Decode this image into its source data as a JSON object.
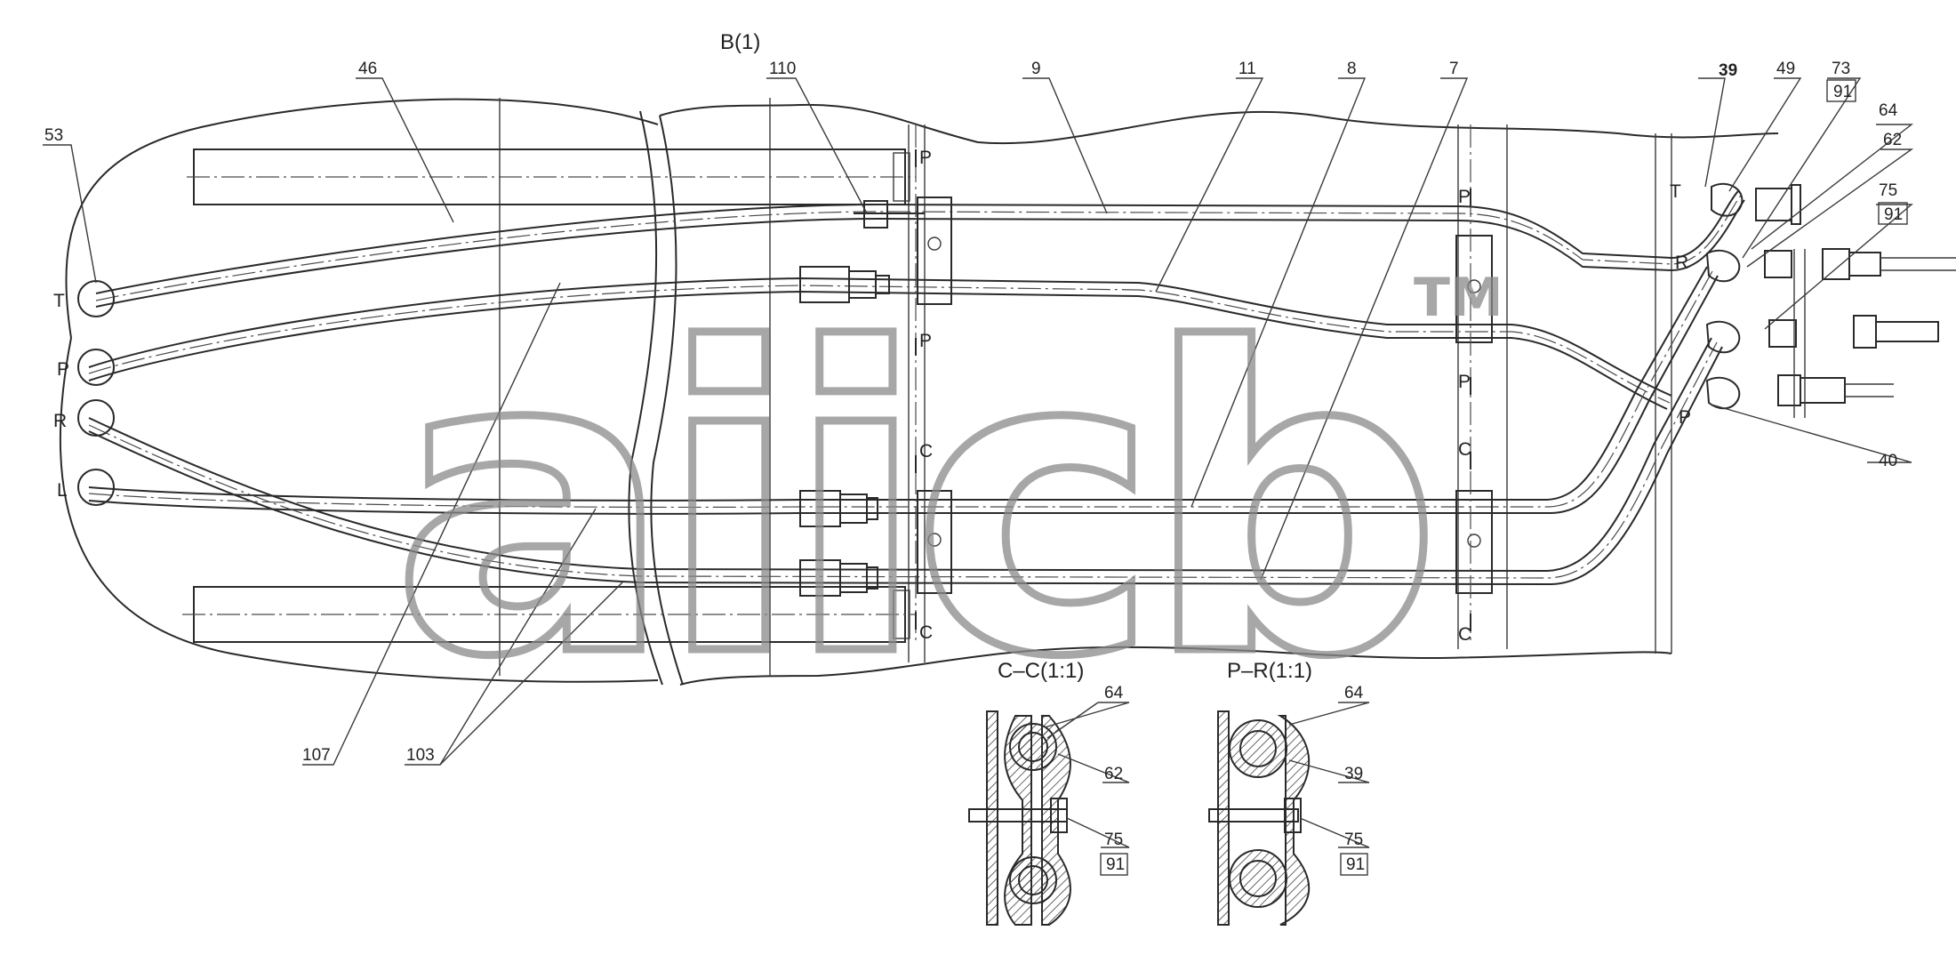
{
  "view_title": "B(1)",
  "section_cc_title": "C–C(1:1)",
  "section_pr_title": "P–R(1:1)",
  "ports": {
    "t": "T",
    "p": "P",
    "r": "R",
    "l": "L"
  },
  "right_ports": {
    "t": "T",
    "r": "R",
    "p": "P"
  },
  "section_markers": {
    "p": "P",
    "c": "C"
  },
  "callouts": {
    "c53": "53",
    "c46": "46",
    "c110": "110",
    "c9": "9",
    "c11": "11",
    "c8": "8",
    "c7": "7",
    "c39": "39",
    "c49": "49",
    "c73": "73",
    "c91a": "91",
    "c64": "64",
    "c62": "62",
    "c75": "75",
    "c91b": "91",
    "c40": "40",
    "c107": "107",
    "c103": "103"
  },
  "section_cc_callouts": {
    "c64": "64",
    "c62": "62",
    "c75": "75",
    "c91": "91"
  },
  "section_pr_callouts": {
    "c64": "64",
    "c39": "39",
    "c75": "75",
    "c91": "91"
  },
  "watermark": {
    "text": "aiicb",
    "tm": "TM"
  },
  "colors": {
    "line": "#2a2a2a",
    "watermark": "#8a8a8a",
    "background": "#ffffff"
  }
}
